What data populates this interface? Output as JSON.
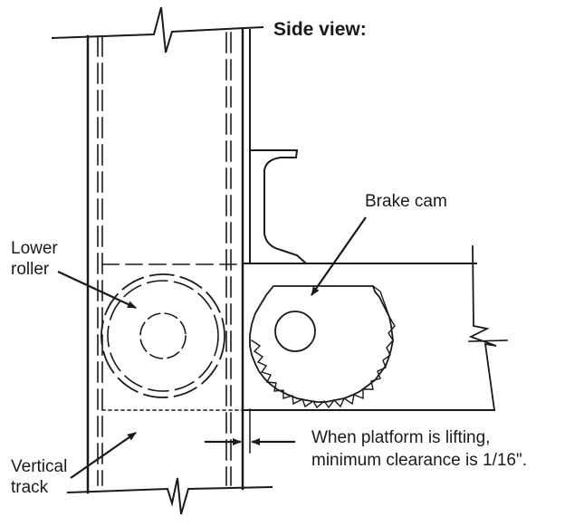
{
  "title": "Side view:",
  "labels": {
    "brake_cam": "Brake cam",
    "lower_roller_line1": "Lower",
    "lower_roller_line2": "roller",
    "vertical_track_line1": "Vertical",
    "vertical_track_line2": "track",
    "clearance_line1": "When platform is lifting,",
    "clearance_line2": "minimum clearance is 1/16\"."
  },
  "colors": {
    "ink": "#1a1a1a",
    "background": "#ffffff"
  }
}
